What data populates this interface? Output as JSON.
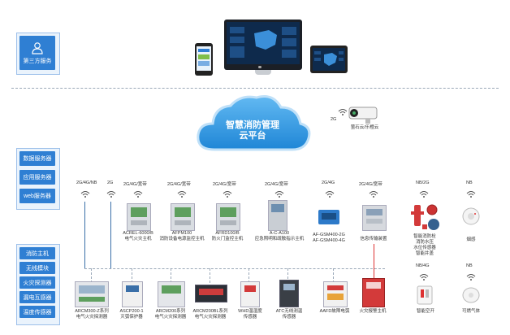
{
  "third_party": {
    "label": "第三方服务"
  },
  "platform": {
    "line1": "智慧消防管理",
    "line2": "云平台"
  },
  "camera": {
    "protocol": "2G",
    "label": "萤石云/乐橙云"
  },
  "services": [
    "数据服务器",
    "应用服务器",
    "web服务器"
  ],
  "device_types": [
    "消防主机",
    "无线模块",
    "火灾探测器",
    "漏电互感器",
    "温度传感器"
  ],
  "gateway_protocols": [
    "2G/4G/NB",
    "2G"
  ],
  "top_devices": [
    {
      "protocol": "2G/4G/宽带",
      "label1": "ACREL-6000/B",
      "label2": "电气火灾主机"
    },
    {
      "protocol": "2G/4G/宽带",
      "label1": "AFPM100",
      "label2": "消防设备电源监控主机"
    },
    {
      "protocol": "2G/4G/宽带",
      "label1": "AFRD100/B",
      "label2": "防火门监控主机"
    },
    {
      "protocol": "2G/4G/宽带",
      "label1": "A-C-A100",
      "label2": "应急照明和疏散指示主机"
    },
    {
      "protocol": "2G/4G",
      "label1": "AF-GSM400-2G",
      "label2": "AF-GSM400-4G"
    },
    {
      "protocol": "2G/4G/宽带",
      "label1": "信息传输装置",
      "label2": ""
    }
  ],
  "right_devices": [
    {
      "protocol": "NB/2G",
      "label": "智能消防栓\n消防水压\n水位传感器\n智能井盖"
    },
    {
      "protocol": "NB",
      "label": "烟感"
    },
    {
      "protocol": "NB/4G",
      "label": "智能空开"
    },
    {
      "protocol": "NB",
      "label": "可燃气体"
    }
  ],
  "bottom_devices": [
    {
      "label1": "ARCM300-Z系列",
      "label2": "电气火灾探测器"
    },
    {
      "label1": "ASCP200-1",
      "label2": "灭弧保护器"
    },
    {
      "label1": "ARCM200系列",
      "label2": "电气火灾探测器"
    },
    {
      "label1": "ARCM200BL系列",
      "label2": "电气火灾探测器"
    },
    {
      "label1": "WHD温湿度",
      "label2": "传感器"
    },
    {
      "label1": "ATC无线测温",
      "label2": "传感器"
    },
    {
      "label1": "AAFD故障电弧",
      "label2": ""
    },
    {
      "label1": "火灾报警主机",
      "label2": ""
    }
  ],
  "colors": {
    "accent": "#2f7fd3",
    "cloud": "#3aa0e8",
    "alarm": "#d33a3a"
  }
}
